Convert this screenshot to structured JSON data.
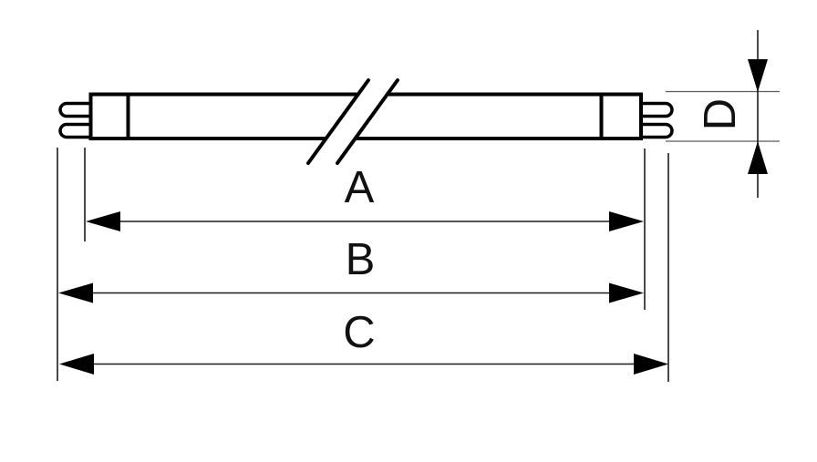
{
  "diagram": {
    "description": "Outline drawing of a linear fluorescent tube lamp with bi-pin end caps and a tube break symbol, annotated with dimension lines",
    "background_color": "#ffffff",
    "line_color": "#000000",
    "thin_line_color": "#5a5a5a",
    "dimensions": {
      "a": {
        "label": "A"
      },
      "b": {
        "label": "B"
      },
      "c": {
        "label": "C"
      },
      "d": {
        "label": "D"
      }
    }
  }
}
